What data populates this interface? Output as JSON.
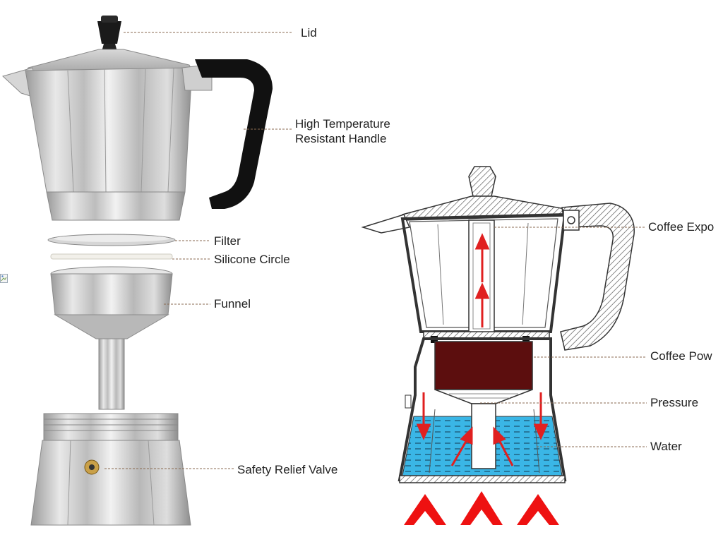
{
  "parts_labels": {
    "lid": "Lid",
    "handle_line1": "High Temperature",
    "handle_line2": "Resistant Handle",
    "filter": "Filter",
    "silicone": "Silicone Circle",
    "funnel": "Funnel",
    "valve": "Safety Relief Valve"
  },
  "process_labels": {
    "coffee_exported": "Coffee Expo",
    "coffee_powder": "Coffee Pow",
    "pressure": "Pressure",
    "water": "Water"
  },
  "colors": {
    "aluminum": "#c8c8c8",
    "handle": "#111111",
    "water": "#3ab6e6",
    "coffee_powder": "#5c0e0e",
    "arrow": "#e02020",
    "flame": "#ee1111",
    "leader_line": "#8a6a50"
  },
  "icons": {
    "broken_image": "broken-image-icon",
    "flames": "flame-icon"
  }
}
